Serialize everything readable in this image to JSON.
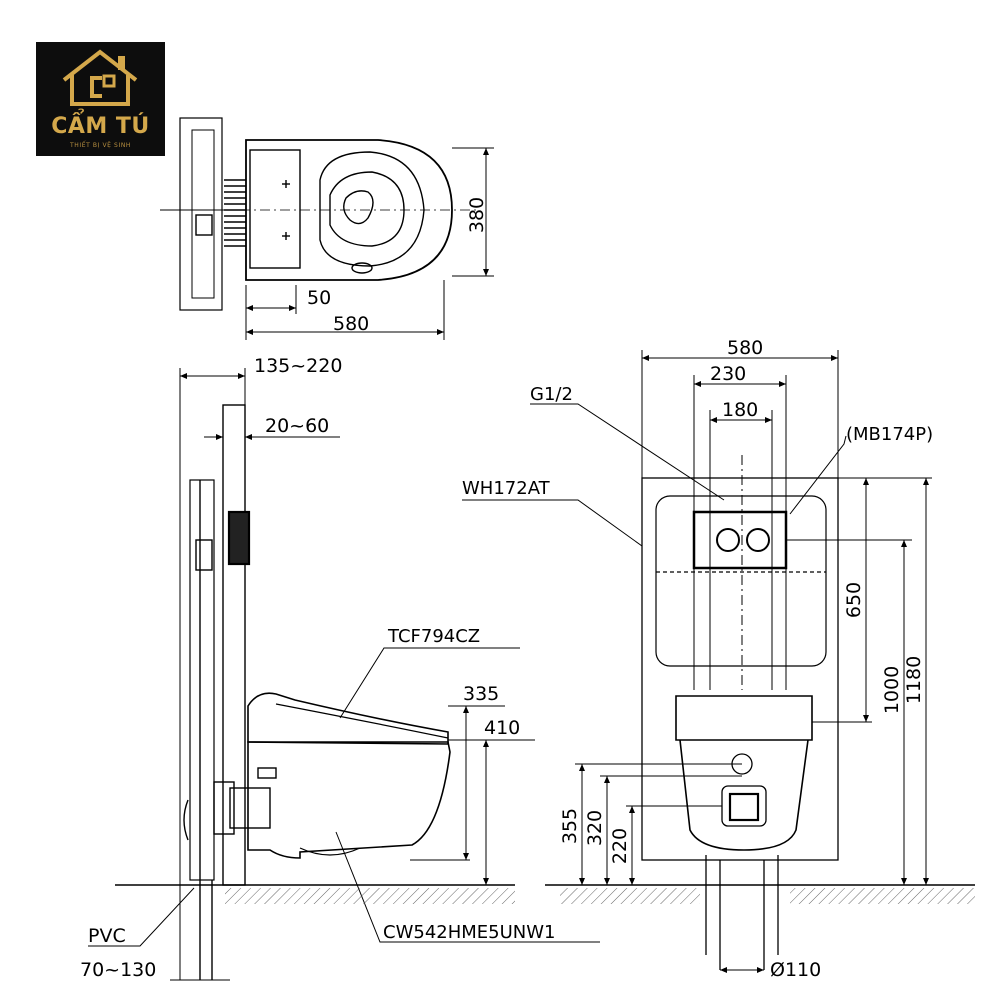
{
  "logo": {
    "brand": "CẨM TÚ",
    "tagline": "THIẾT BỊ VỆ SINH",
    "house_color": "#d4a84b"
  },
  "top_view": {
    "dim_width": "580",
    "dim_offset": "50",
    "dim_depth": "380"
  },
  "side_view": {
    "dim_frame_depth": "135~220",
    "dim_wall": "20~60",
    "label_seat": "TCF794CZ",
    "dim_seat_height": "335",
    "dim_rim_height": "410",
    "label_bowl": "CW542HME5UNW1",
    "label_pvc": "PVC",
    "dim_pvc": "70~130"
  },
  "front_view": {
    "dim_total_width": "580",
    "dim_plate_width": "230",
    "dim_inlet_spacing": "180",
    "label_inlet": "G1/2",
    "label_plate": "(MB174P)",
    "label_frame": "WH172AT",
    "dim_650": "650",
    "dim_1000": "1000",
    "dim_1180": "1180",
    "dim_355": "355",
    "dim_320": "320",
    "dim_220": "220",
    "dim_drain": "Ø110"
  }
}
